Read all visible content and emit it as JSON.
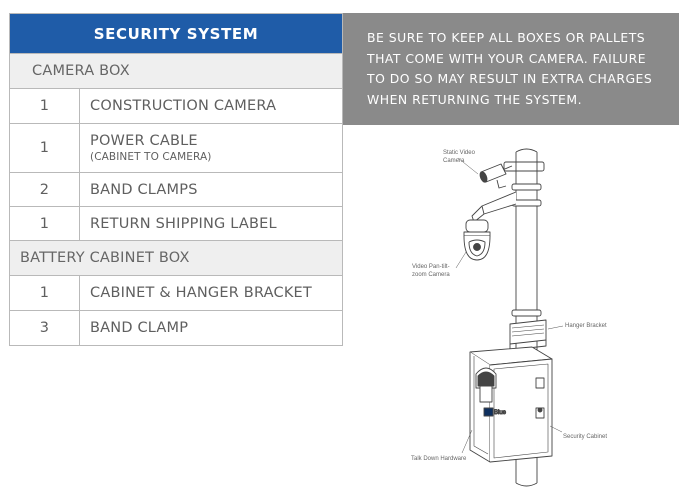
{
  "table": {
    "title": "SECURITY SYSTEM",
    "sections": [
      {
        "name": "CAMERA BOX",
        "items": [
          {
            "qty": "1",
            "label": "CONSTRUCTION CAMERA",
            "sub": ""
          },
          {
            "qty": "1",
            "label": "POWER CABLE",
            "sub": "(CABINET TO CAMERA)"
          },
          {
            "qty": "2",
            "label": "BAND CLAMPS",
            "sub": ""
          },
          {
            "qty": "1",
            "label": "RETURN SHIPPING LABEL",
            "sub": ""
          }
        ]
      },
      {
        "name": "BATTERY CABINET BOX",
        "items": [
          {
            "qty": "1",
            "label": "CABINET & HANGER BRACKET",
            "sub": ""
          },
          {
            "qty": "3",
            "label": "BAND CLAMP",
            "sub": ""
          }
        ]
      }
    ]
  },
  "notice": {
    "lines": [
      "BE SURE TO KEEP ALL BOXES OR PALLETS",
      "THAT COME WITH YOUR CAMERA. FAILURE",
      "TO DO SO MAY RESULT IN EXTRA CHARGES",
      "WHEN RETURNING THE SYSTEM."
    ],
    "color": "#8a8a8a"
  },
  "diagram": {
    "labels": {
      "static_camera_1": "Static Video",
      "static_camera_2": "Camera",
      "ptz_camera_1": "Video Pan-tilt-",
      "ptz_camera_2": "zoom Camera",
      "hanger_bracket": "Hanger Bracket",
      "security_cabinet": "Security Cabinet",
      "talk_down": "Talk Down Hardware",
      "brand_mark": "Blue"
    }
  },
  "colors": {
    "header_blue": "#1f5ca8",
    "section_bg": "#efefef",
    "border": "#b9b9b9"
  }
}
